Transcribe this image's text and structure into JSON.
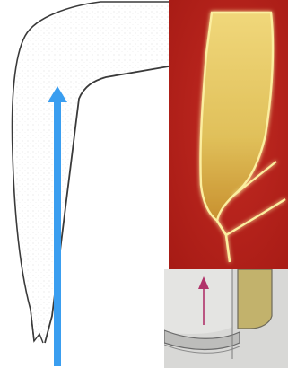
{
  "figure": {
    "panels": [
      {
        "id": "drawing",
        "kind": "line-drawing",
        "arrow_color": "#3a9ef0"
      },
      {
        "id": "photo",
        "kind": "photograph",
        "background_color": "#b5221c",
        "glow_color": "#f3e07a"
      },
      {
        "id": "inset",
        "kind": "illustration",
        "arrow_color": "#b0336a",
        "tooth_color": "#c2b26c"
      }
    ]
  },
  "colors": {
    "line": "#3a3a3a",
    "arrow_blue": "#3a9ef0",
    "photo_red": "#b5221c",
    "glow": "#f3e07a",
    "inset_bg": "#d8d8d6",
    "inset_arrow": "#b0336a",
    "tooth": "#c2b26c"
  }
}
